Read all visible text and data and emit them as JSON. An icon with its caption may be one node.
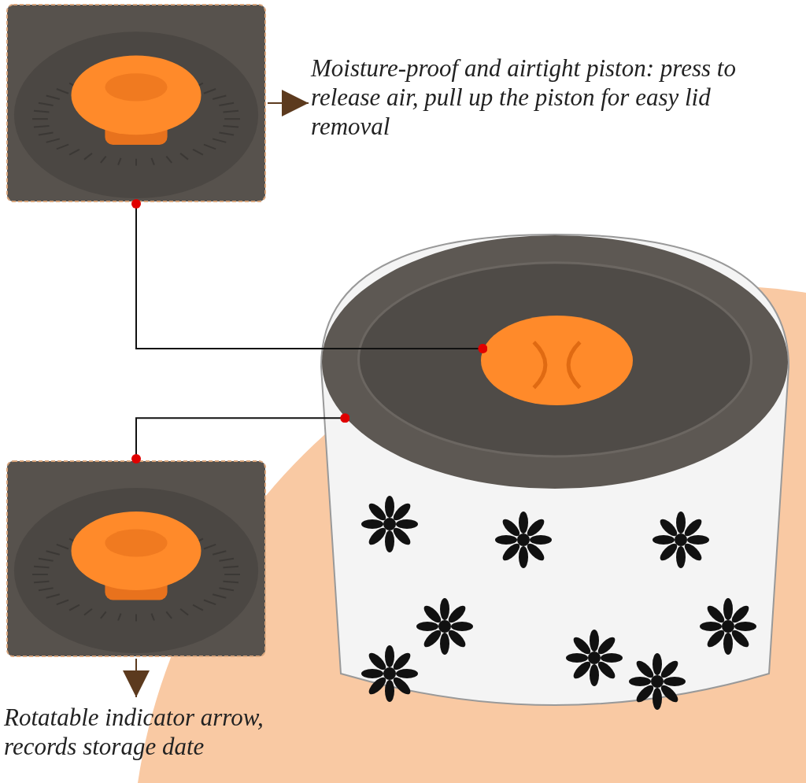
{
  "diagram": {
    "nodes": [
      {
        "text": [],
        "shape": "picture"
      },
      {
        "text": [
          "Moisture-proof and airtight piston: press to release air, pull up the piston for easy lid removal"
        ]
      },
      {
        "text": [],
        "shape": "picture"
      },
      {
        "text": [],
        "shape": "circle",
        "in": 2
      },
      {
        "text": [],
        "shape": "circle",
        "in": 3
      },
      {
        "text": [],
        "shape": "picture"
      },
      {
        "text": [
          "Rotatable indicator arrow, records storage date"
        ]
      }
    ],
    "edges": [
      {
        "from": 0,
        "to": 1,
        "arrow": "to",
        "color": "#5c3a1e"
      },
      {
        "from": 0,
        "to": 4,
        "arrow": "other"
      },
      {
        "from": 5,
        "to": 3,
        "arrow": "other"
      },
      {
        "from": 5,
        "to": 6,
        "arrow": "to",
        "color": "#5c3a1e"
      }
    ]
  }
}
